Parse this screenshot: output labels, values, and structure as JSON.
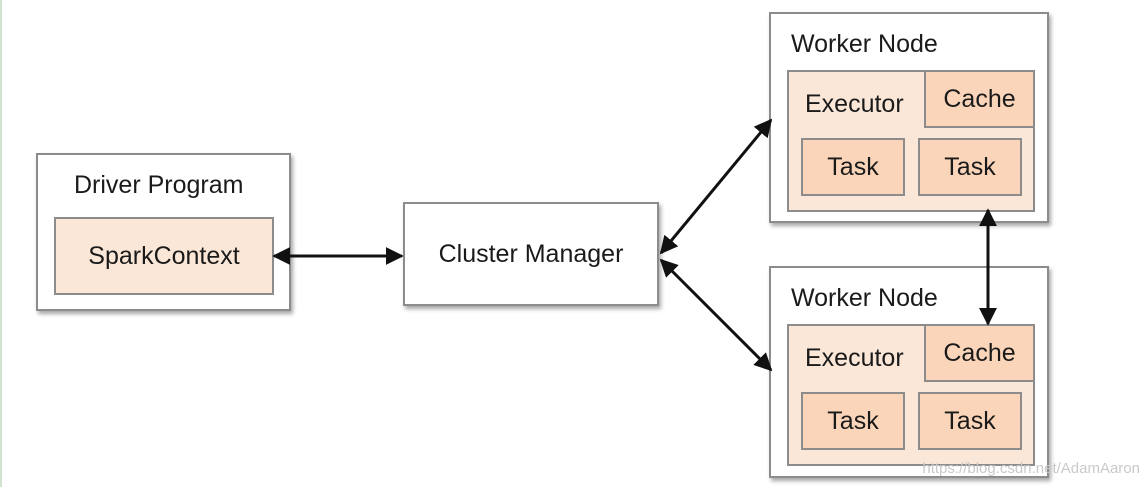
{
  "driver": {
    "title": "Driver Program",
    "context": "SparkContext"
  },
  "cluster_manager": {
    "label": "Cluster Manager"
  },
  "workers": [
    {
      "title": "Worker Node",
      "executor": "Executor",
      "cache": "Cache",
      "tasks": [
        "Task",
        "Task"
      ]
    },
    {
      "title": "Worker Node",
      "executor": "Executor",
      "cache": "Cache",
      "tasks": [
        "Task",
        "Task"
      ]
    }
  ],
  "watermark": "https://blog.csdn.net/AdamAaron",
  "colors": {
    "inner_fill": "#fbe7d8",
    "sub_fill": "#fbd5b9",
    "border": "#8c8c8c",
    "arrow": "#111111"
  }
}
